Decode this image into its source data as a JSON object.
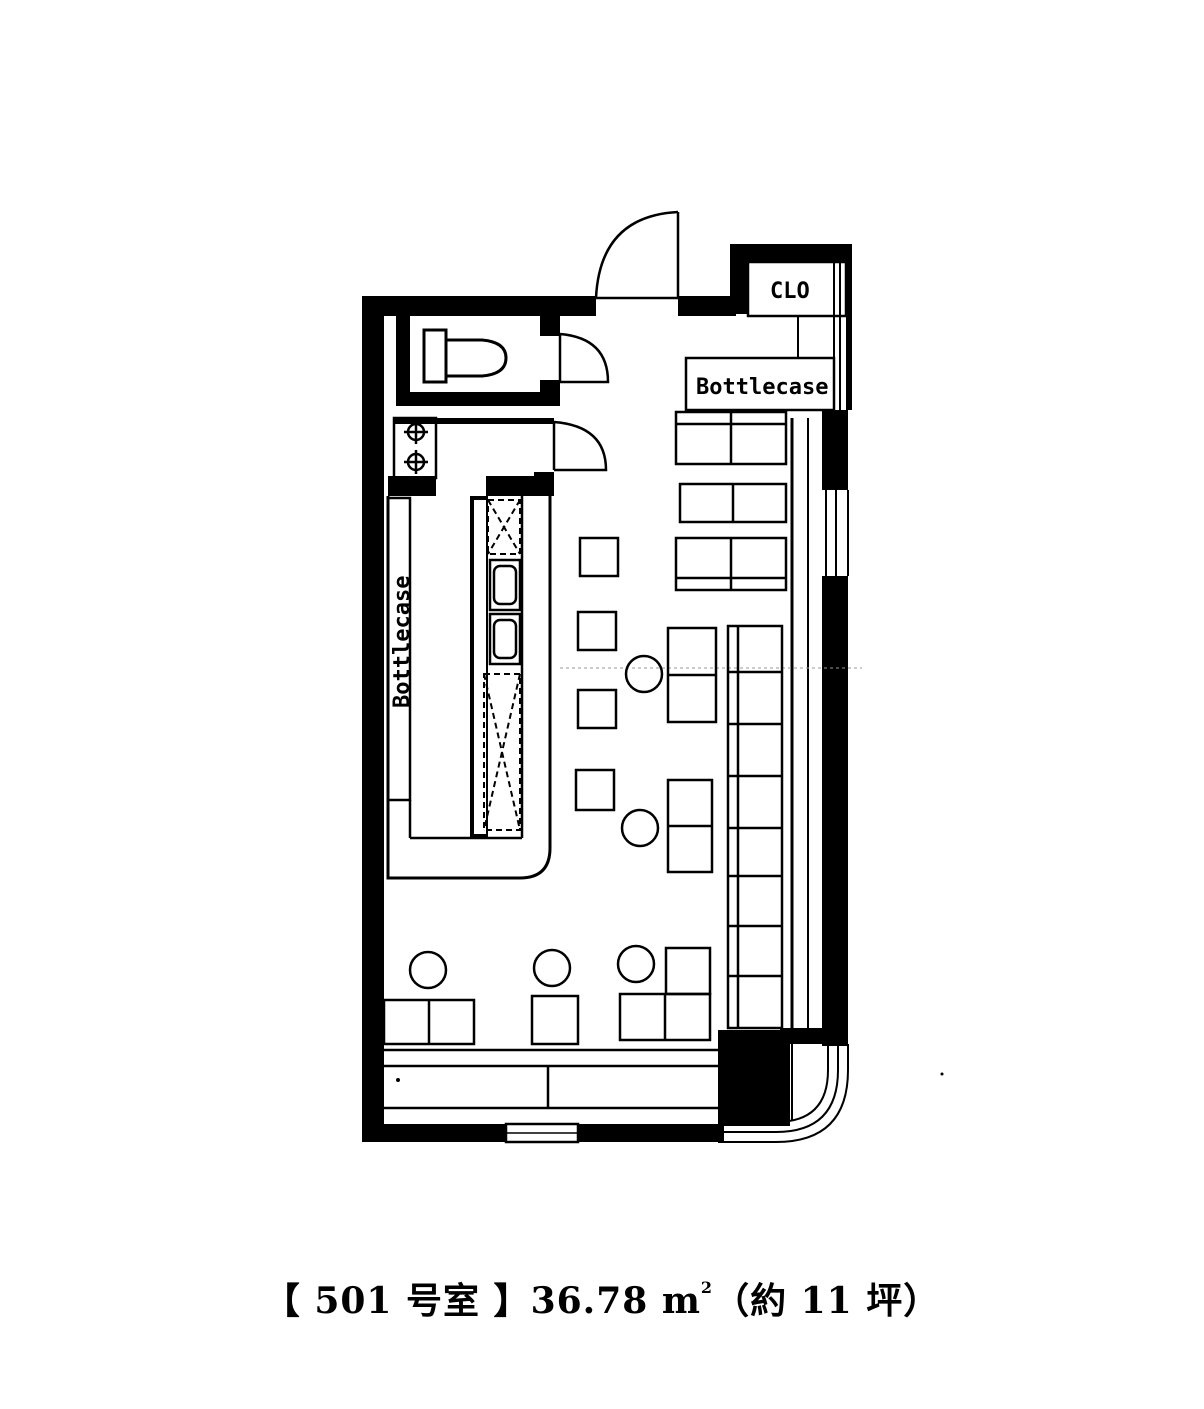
{
  "labels": {
    "closet": "CLO",
    "bottlecase_top": "Bottlecase",
    "bottlecase_left": "Bottlecase"
  },
  "caption": {
    "bracket_open": "【",
    "room": "501 号室",
    "bracket_close": "】",
    "area": "36.78 m",
    "area_sup": "2",
    "tsubo": "（約 11 坪）"
  },
  "colors": {
    "ink": "#000000",
    "paper": "#ffffff"
  }
}
